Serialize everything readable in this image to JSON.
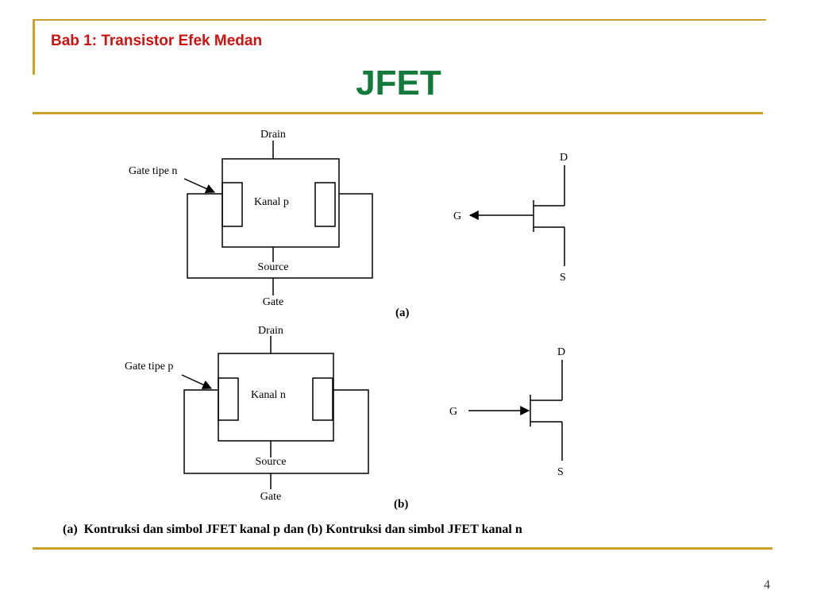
{
  "header": {
    "subtitle": "Bab 1: Transistor Efek Medan",
    "title": "JFET"
  },
  "figure_a": {
    "drain": "Drain",
    "gate_type": "Gate tipe n",
    "channel": "Kanal p",
    "source": "Source",
    "gate": "Gate",
    "label": "(a)",
    "symbol": {
      "d": "D",
      "g": "G",
      "s": "S"
    }
  },
  "figure_b": {
    "drain": "Drain",
    "gate_type": "Gate tipe p",
    "channel": "Kanal n",
    "source": "Source",
    "gate": "Gate",
    "label": "(b)",
    "symbol": {
      "d": "D",
      "g": "G",
      "s": "S"
    }
  },
  "caption": "(a)  Kontruksi dan simbol JFET kanal p dan (b) Kontruksi dan simbol JFET kanal n",
  "page_number": "4"
}
